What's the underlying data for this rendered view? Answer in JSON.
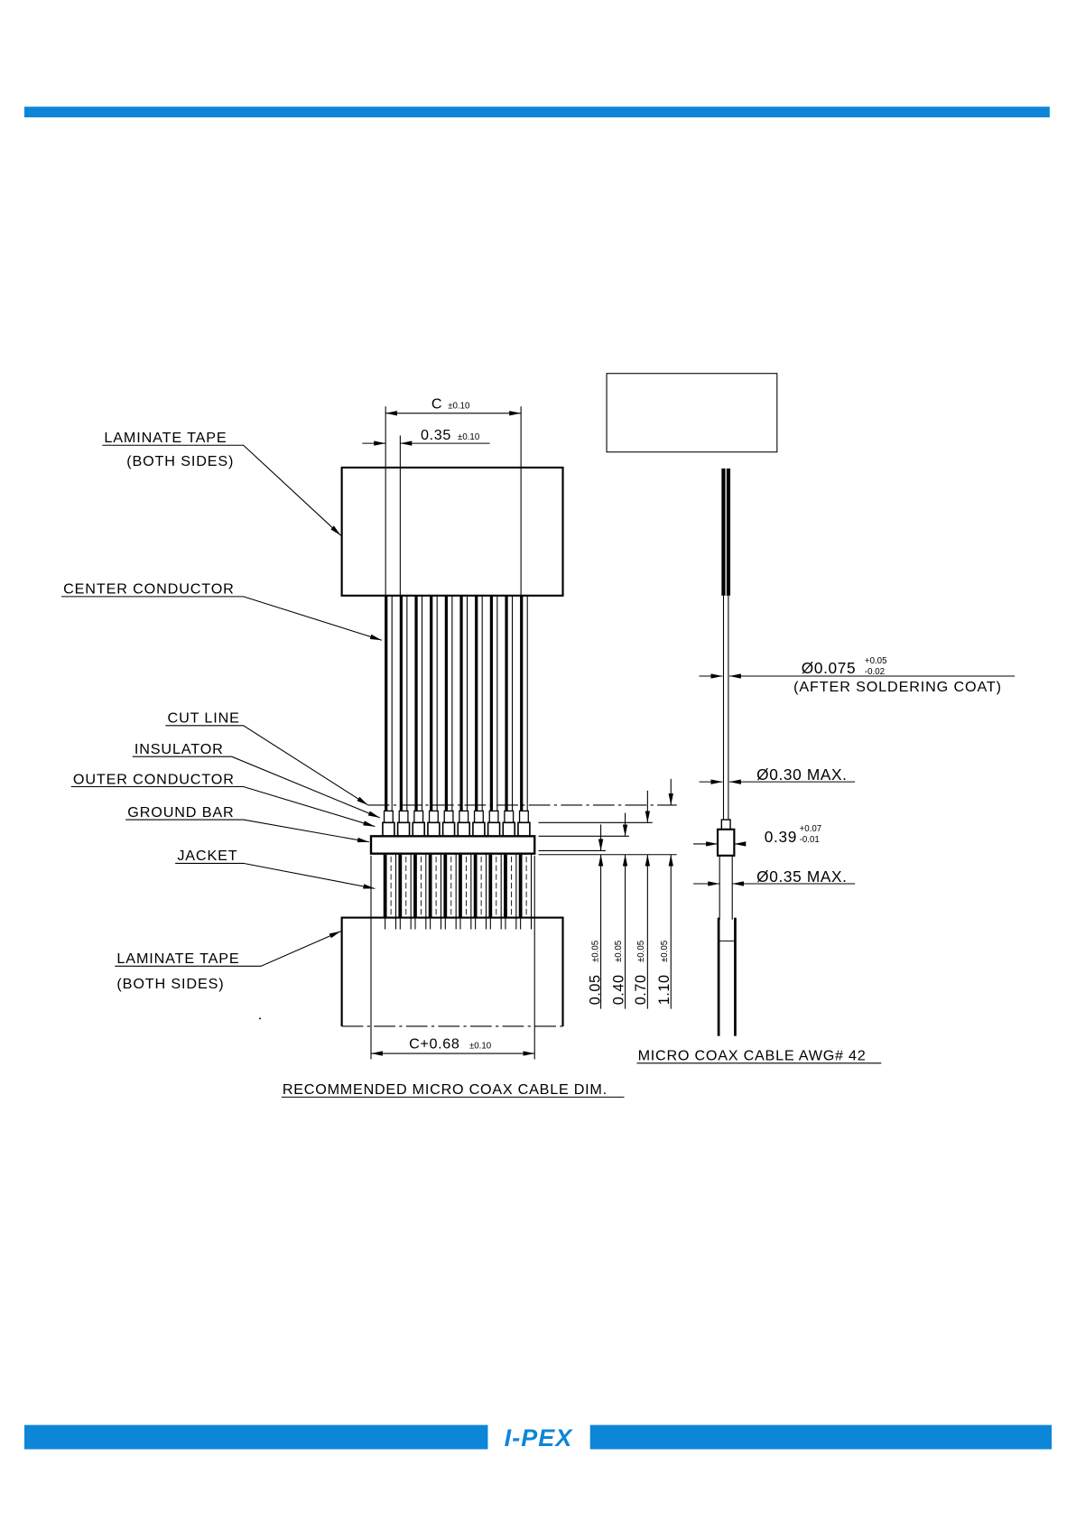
{
  "colors": {
    "brand_blue": "#0d86d8",
    "line": "#000000"
  },
  "logo": {
    "text": "I-PEX"
  },
  "front_view": {
    "labels": {
      "laminate_tape_top": "LAMINATE TAPE",
      "both_sides_top": "(BOTH SIDES)",
      "center_conductor": "CENTER CONDUCTOR",
      "cut_line": "CUT LINE",
      "insulator": "INSULATOR",
      "outer_conductor": "OUTER CONDUCTOR",
      "ground_bar": "GROUND BAR",
      "jacket": "JACKET",
      "laminate_tape_bottom": "LAMINATE TAPE",
      "both_sides_bottom": "(BOTH SIDES)"
    },
    "dimensions": {
      "pitch_span": {
        "value": "C",
        "tolerance": "±0.10"
      },
      "pitch": {
        "value": "0.35",
        "tolerance": "±0.10"
      },
      "overall_width": {
        "value": "C+0.68",
        "tolerance": "±0.10"
      },
      "strip_a": {
        "value": "0.05",
        "tolerance": "±0.05"
      },
      "strip_b": {
        "value": "0.40",
        "tolerance": "±0.05"
      },
      "strip_c": {
        "value": "0.70",
        "tolerance": "±0.05"
      },
      "strip_d": {
        "value": "1.10",
        "tolerance": "±0.05"
      }
    },
    "caption": "RECOMMENDED MICRO COAX CABLE DIM."
  },
  "side_view": {
    "conductor": {
      "value": "Ø0.075",
      "tol_plus": "+0.05",
      "tol_minus": "-0.02",
      "note": "(AFTER SOLDERING COAT)"
    },
    "insulator": {
      "value": "Ø0.30 MAX."
    },
    "ground_bar": {
      "value": "0.39",
      "tol_plus": "+0.07",
      "tol_minus": "-0.01"
    },
    "jacket": {
      "value": "Ø0.35 MAX."
    },
    "caption": "MICRO COAX CABLE AWG# 42"
  }
}
